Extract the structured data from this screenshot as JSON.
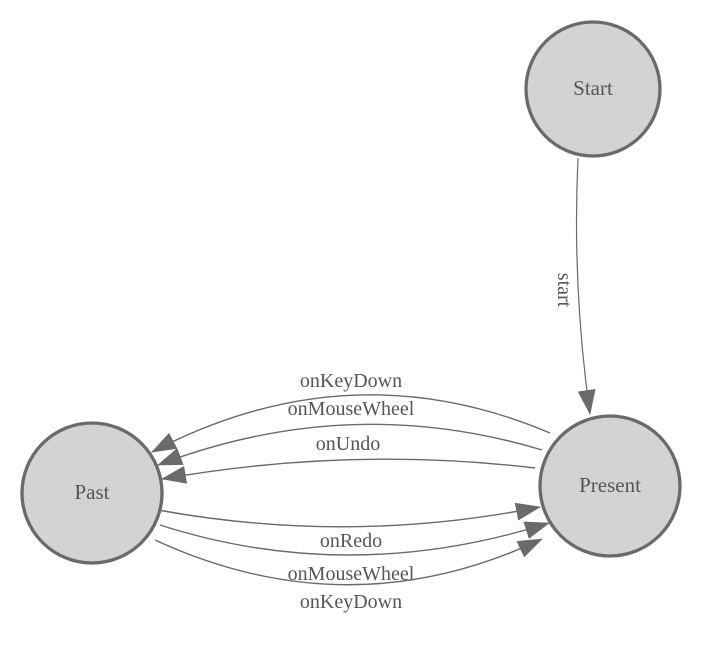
{
  "diagram": {
    "type": "state-machine-graph",
    "colors": {
      "background": "#ffffff",
      "node_fill": "#d3d3d3",
      "node_stroke": "#6a6a6a",
      "edge_color": "#6a6a6a",
      "label_color": "#55555a"
    },
    "nodes": [
      {
        "id": "start",
        "label": "Start"
      },
      {
        "id": "present",
        "label": "Present"
      },
      {
        "id": "past",
        "label": "Past"
      }
    ],
    "edges": [
      {
        "from": "Start",
        "to": "Present",
        "label": "start"
      },
      {
        "from": "Present",
        "to": "Past",
        "label": "onKeyDown"
      },
      {
        "from": "Present",
        "to": "Past",
        "label": "onMouseWheel"
      },
      {
        "from": "Present",
        "to": "Past",
        "label": "onUndo"
      },
      {
        "from": "Past",
        "to": "Present",
        "label": "onRedo"
      },
      {
        "from": "Past",
        "to": "Present",
        "label": "onMouseWheel"
      },
      {
        "from": "Past",
        "to": "Present",
        "label": "onKeyDown"
      }
    ]
  }
}
